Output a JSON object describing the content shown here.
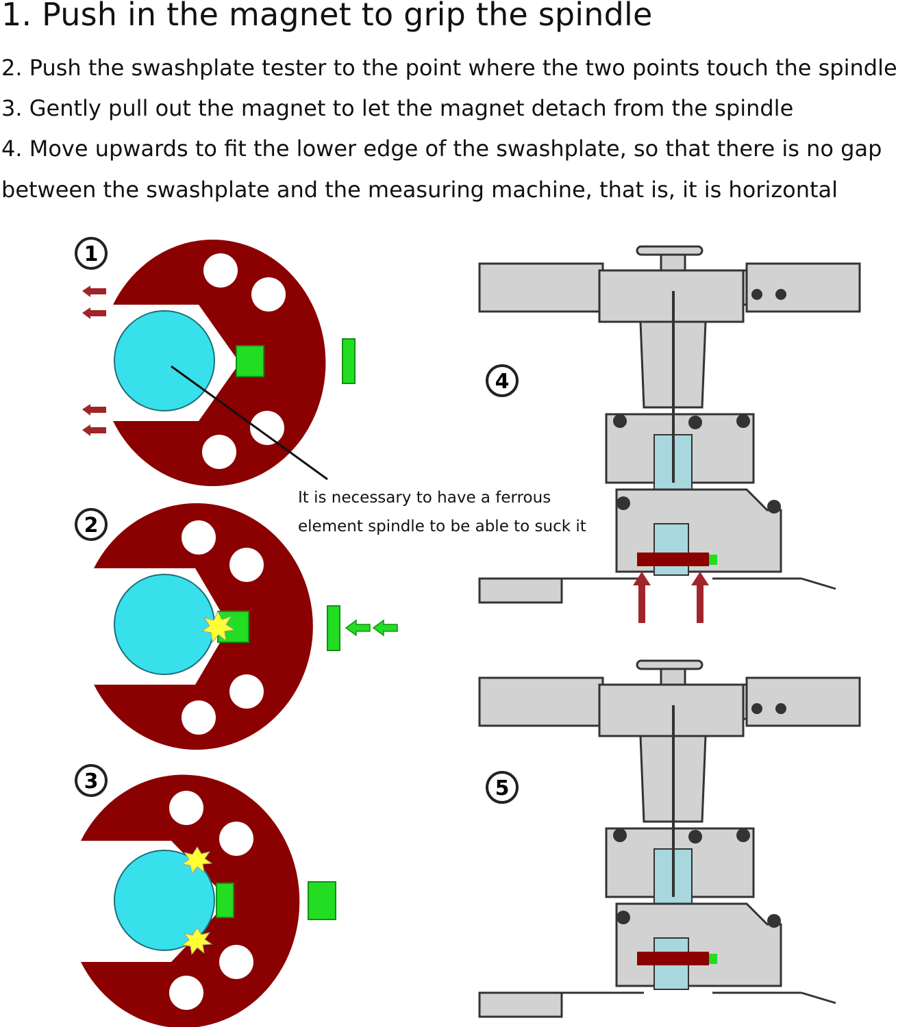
{
  "instructions": {
    "title": "1. Push in the magnet to grip the spindle",
    "step2": "2. Push the swashplate tester to the point where the two points touch the spindle",
    "step3": "3. Gently pull out the magnet to let the magnet detach from the spindle",
    "step4_line1": "4. Move upwards to fit the lower edge of the swashplate, so that there is no gap",
    "step4_line2": "between the swashplate and the measuring machine, that is, it is horizontal"
  },
  "diagram": {
    "markers": [
      "1",
      "2",
      "3",
      "4",
      "5"
    ],
    "note_line1": "It is necessary to have a ferrous",
    "note_line2": "element spindle to be able to suck it"
  },
  "colors": {
    "tester": "#8b0000",
    "spindle": "#38e0ec",
    "magnet": "#22dd22",
    "spark": "#ffff33",
    "arrow_red": "#a0252a",
    "arrow_green": "#22dd22",
    "frame": "#d2d2d2",
    "outline": "#333333"
  }
}
